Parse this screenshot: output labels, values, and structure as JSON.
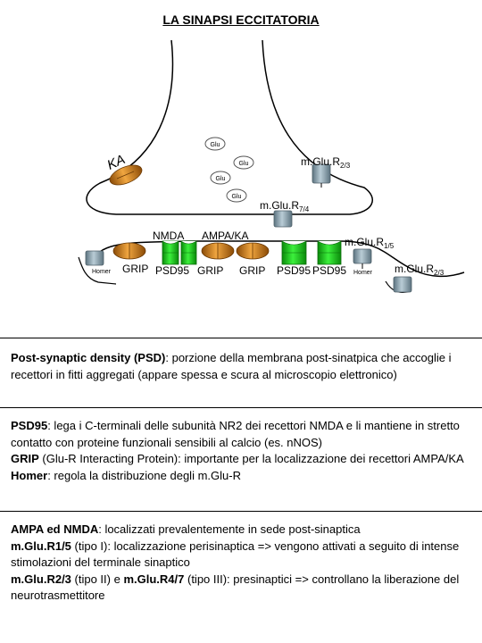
{
  "title": "LA SINAPSI ECCITATORIA",
  "colors": {
    "receptor_green": "#1fd11f",
    "mglu_gray": "#8fa5b1",
    "ka_orange": "#d8851c",
    "glu_orange": "#e58e1f"
  },
  "diagram": {
    "glu": "Glu",
    "ka": "KA",
    "nmda": "NMDA",
    "ampa_ka": "AMPA/KA",
    "homer": "Homer",
    "grip": "GRIP",
    "psd95": "PSD95",
    "mglur": "m.Glu.R",
    "sub_23": "2/3",
    "sub_74": "7/4",
    "sub_15": "1/5"
  },
  "text": {
    "p1_term": "Post-synaptic density (PSD)",
    "p1_rest": ": porzione della membrana post-sinatpica che accoglie i recettori in fitti aggregati (appare spessa e scura al microscopio elettronico)",
    "p2_term": "PSD95",
    "p2_rest": ": lega i C-terminali delle subunità NR2 dei recettori NMDA e li mantiene in stretto contatto con proteine funzionali sensibili al calcio (es. nNOS)",
    "p3_term": "GRIP",
    "p3_rest": " (Glu-R Interacting Protein): importante per la localizzazione dei recettori AMPA/KA",
    "p4_term": "Homer",
    "p4_rest": ": regola la distribuzione degli m.Glu-R",
    "p5_term": "AMPA ed NMDA",
    "p5_rest": ": localizzati prevalentemente in sede post-sinaptica",
    "p6_term": "m.Glu.R1/5",
    "p6_rest": " (tipo I): localizzazione perisinaptica => vengono attivati a seguito di intense stimolazioni del terminale sinaptico",
    "p7_term": "m.Glu.R2/3",
    "p7_mid": " (tipo II) e ",
    "p7_term2": "m.Glu.R4/7",
    "p7_rest": " (tipo III): presinaptici => controllano la liberazione del neurotrasmettitore"
  }
}
